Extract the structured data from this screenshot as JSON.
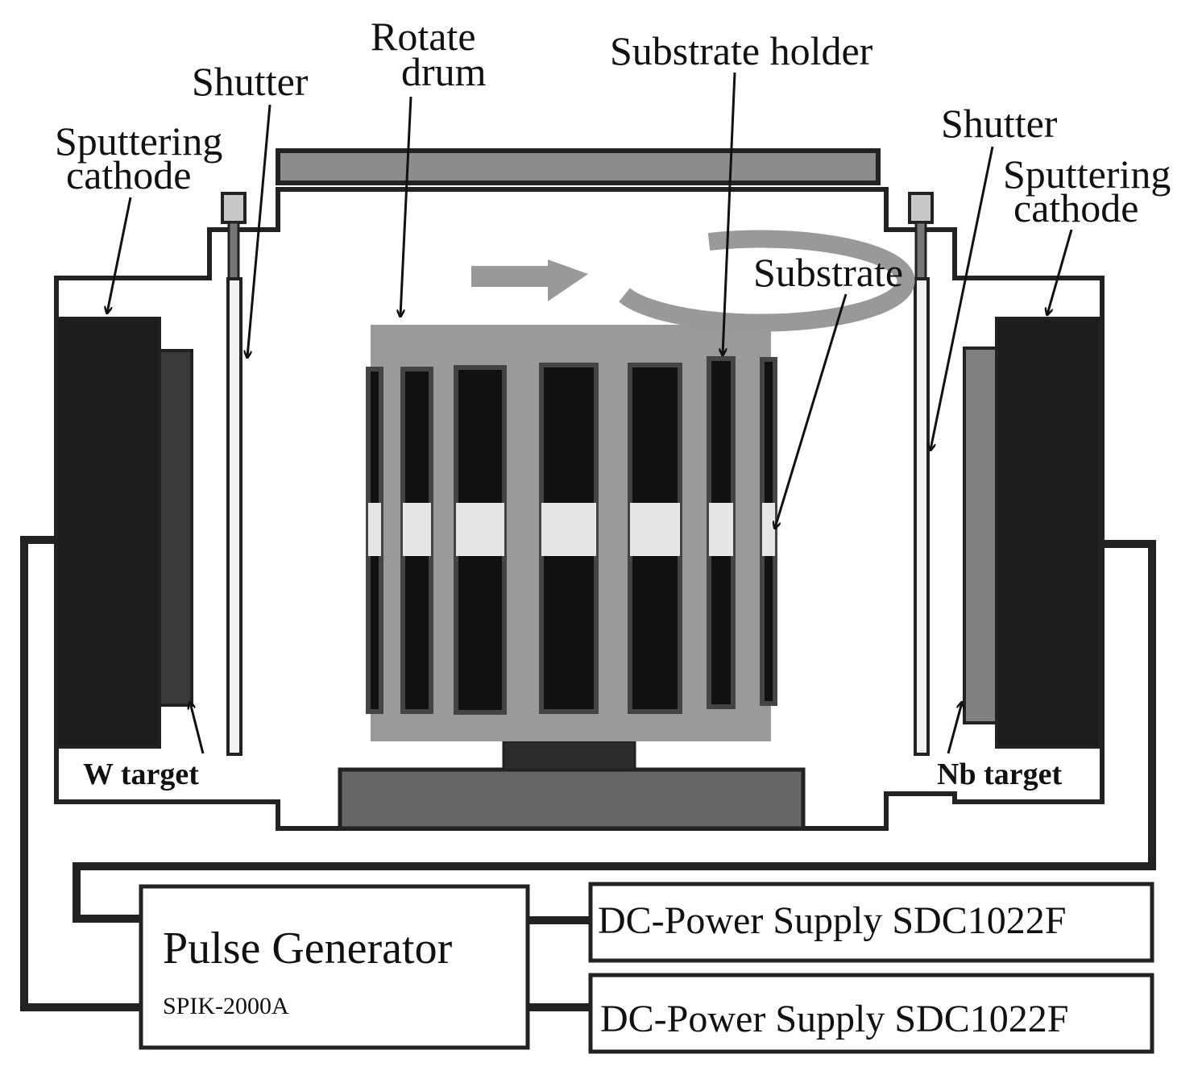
{
  "labels": {
    "rotate_drum_line1": "Rotate",
    "rotate_drum_line2": "drum",
    "substrate_holder": "Substrate holder",
    "shutter_left": "Shutter",
    "shutter_right": "Shutter",
    "sputtering_cathode_left_line1": "Sputtering",
    "sputtering_cathode_left_line2": "cathode",
    "sputtering_cathode_right_line1": "Sputtering",
    "sputtering_cathode_right_line2": "cathode",
    "substrate": "Substrate",
    "w_target": "W target",
    "nb_target": "Nb target"
  },
  "boxes": {
    "pulse_generator_title": "Pulse Generator",
    "pulse_generator_model": "SPIK-2000A",
    "dc_power_supply_top": "DC-Power Supply SDC1022F",
    "dc_power_supply_bottom": "DC-Power Supply SDC1022F"
  },
  "colors": {
    "outline": "#222222",
    "cathode": "#1c1c1c",
    "target_left": "#3a3a3a",
    "target_right": "#808080",
    "drum": "#9a9a9a",
    "lid": "#8c8c8c",
    "base": "#666666",
    "substrate": "#e6e6e6",
    "arrow_ring": "#999999"
  },
  "icons": {
    "rotation_arrow": "rotation-arrow-icon"
  }
}
